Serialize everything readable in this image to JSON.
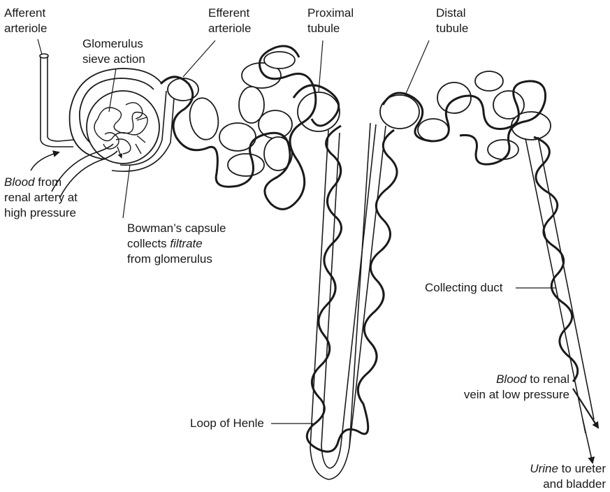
{
  "labels": {
    "afferent_arteriole": {
      "line1": "Afferent",
      "line2": "arteriole"
    },
    "efferent_arteriole": {
      "line1": "Efferent",
      "line2": "arteriole"
    },
    "glomerulus": {
      "line1": "Glomerulus",
      "line2": "sieve action"
    },
    "proximal_tubule": {
      "line1": "Proximal",
      "line2": "tubule"
    },
    "distal_tubule": {
      "line1": "Distal",
      "line2": "tubule"
    },
    "blood_in": {
      "emph": "Blood",
      "rest1": " from",
      "line2": "renal artery at",
      "line3": "high pressure"
    },
    "bowmans_capsule": {
      "line1": "Bowman’s capsule",
      "line2a": "collects ",
      "line2b": "filtrate",
      "line3": "from glomerulus"
    },
    "collecting_duct": {
      "text": "Collecting duct"
    },
    "loop_of_henle": {
      "text": "Loop of Henle"
    },
    "blood_out": {
      "emph": "Blood",
      "rest1": " to renal",
      "line2": "vein at low pressure"
    },
    "urine": {
      "emph": "Urine",
      "rest1": " to ureter",
      "line2": "and bladder"
    }
  },
  "colors": {
    "ink": "#1a1a1a",
    "tube_fill": "#ffffff",
    "tube_shade": "#e8e8e8"
  }
}
